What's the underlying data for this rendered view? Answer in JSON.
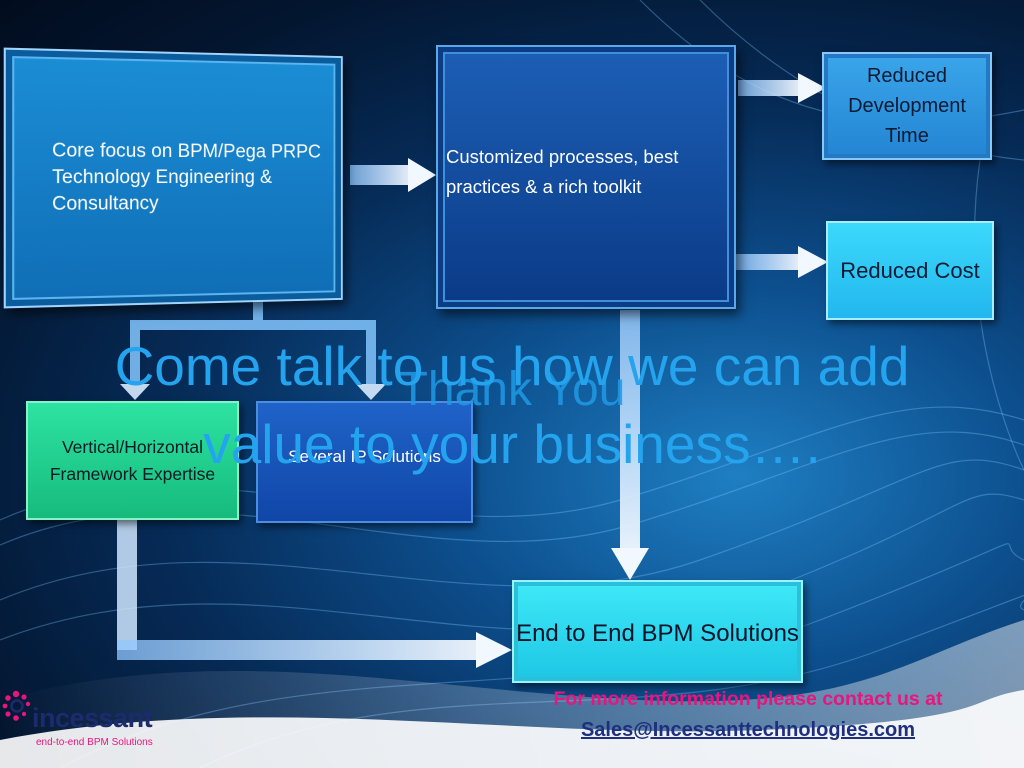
{
  "boxes": {
    "core": "Core focus on BPM/Pega PRPC Technology Engineering & Consultancy",
    "custom": "Customized processes, best practices & a rich toolkit",
    "reduced_dev_time": "Reduced Development Time",
    "reduced_cost": "Reduced Cost",
    "vertical": "Vertical/Horizontal Framework Expertise",
    "ip": "Several IP Solutions",
    "end_to_end": "End to End BPM Solutions"
  },
  "overlay": {
    "thank_you": "Thank You",
    "come_talk_line1": "Come talk to us how we can add",
    "come_talk_line2": "value to your business…."
  },
  "contact": {
    "line": "For more information please contact us at",
    "email": "Sales@Incessanttechnologies.com"
  },
  "logo": {
    "name": "incessant",
    "tagline": "end-to-end BPM Solutions"
  },
  "colors": {
    "accent_blue": "#24a4ee",
    "contact_pink": "#e8157e",
    "email_navy": "#1d2f7e"
  }
}
